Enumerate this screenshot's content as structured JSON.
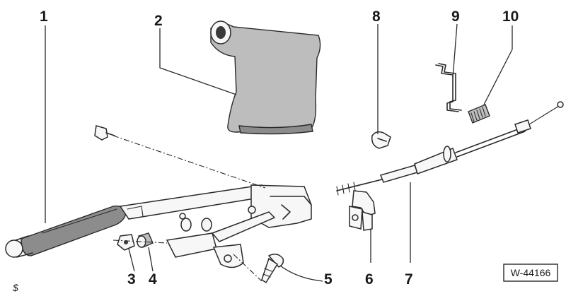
{
  "figure": {
    "reference_code": "W-44166",
    "corner_mark": "$"
  },
  "callouts": [
    {
      "id": "1",
      "label": "1"
    },
    {
      "id": "2",
      "label": "2"
    },
    {
      "id": "3",
      "label": "3"
    },
    {
      "id": "4",
      "label": "4"
    },
    {
      "id": "5",
      "label": "5"
    },
    {
      "id": "6",
      "label": "6"
    },
    {
      "id": "7",
      "label": "7"
    },
    {
      "id": "8",
      "label": "8"
    },
    {
      "id": "9",
      "label": "9"
    },
    {
      "id": "10",
      "label": "10"
    }
  ]
}
